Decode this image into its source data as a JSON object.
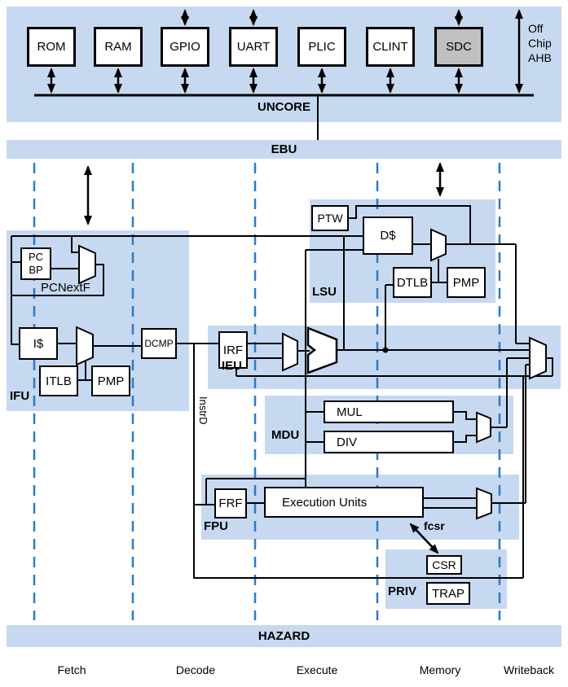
{
  "colors": {
    "region_blue": "#c7d9f0",
    "sdc_gray": "#c0c0c0",
    "stage_line_blue": "#2e7bc4",
    "wire_black": "#000000"
  },
  "uncore": {
    "label": "UNCORE",
    "peripherals": [
      {
        "label": "ROM"
      },
      {
        "label": "RAM"
      },
      {
        "label": "GPIO"
      },
      {
        "label": "UART"
      },
      {
        "label": "PLIC"
      },
      {
        "label": "CLINT"
      },
      {
        "label": "SDC"
      }
    ],
    "offchip_lines": [
      "Off",
      "Chip",
      "AHB"
    ]
  },
  "ebu": {
    "label": "EBU"
  },
  "ifu": {
    "label": "IFU",
    "pc": "PC",
    "bp": "BP",
    "pcnextf": "PCNextF",
    "icache": "I$",
    "itlb": "ITLB",
    "pmp": "PMP",
    "dcmp": "DCMP",
    "instrd": "InstrD"
  },
  "lsu": {
    "label": "LSU",
    "ptw": "PTW",
    "dcache": "D$",
    "dtlb": "DTLB",
    "pmp": "PMP"
  },
  "ieu": {
    "label": "IEU",
    "irf": "IRF"
  },
  "mdu": {
    "label": "MDU",
    "mul": "MUL",
    "div": "DIV"
  },
  "fpu": {
    "label": "FPU",
    "frf": "FRF",
    "exec_units": "Execution Units",
    "fcsr": "fcsr"
  },
  "priv": {
    "label": "PRIV",
    "csr": "CSR",
    "trap": "TRAP"
  },
  "hazard": {
    "label": "HAZARD"
  },
  "stages": [
    {
      "label": "Fetch"
    },
    {
      "label": "Decode"
    },
    {
      "label": "Execute"
    },
    {
      "label": "Memory"
    },
    {
      "label": "Writeback"
    }
  ]
}
